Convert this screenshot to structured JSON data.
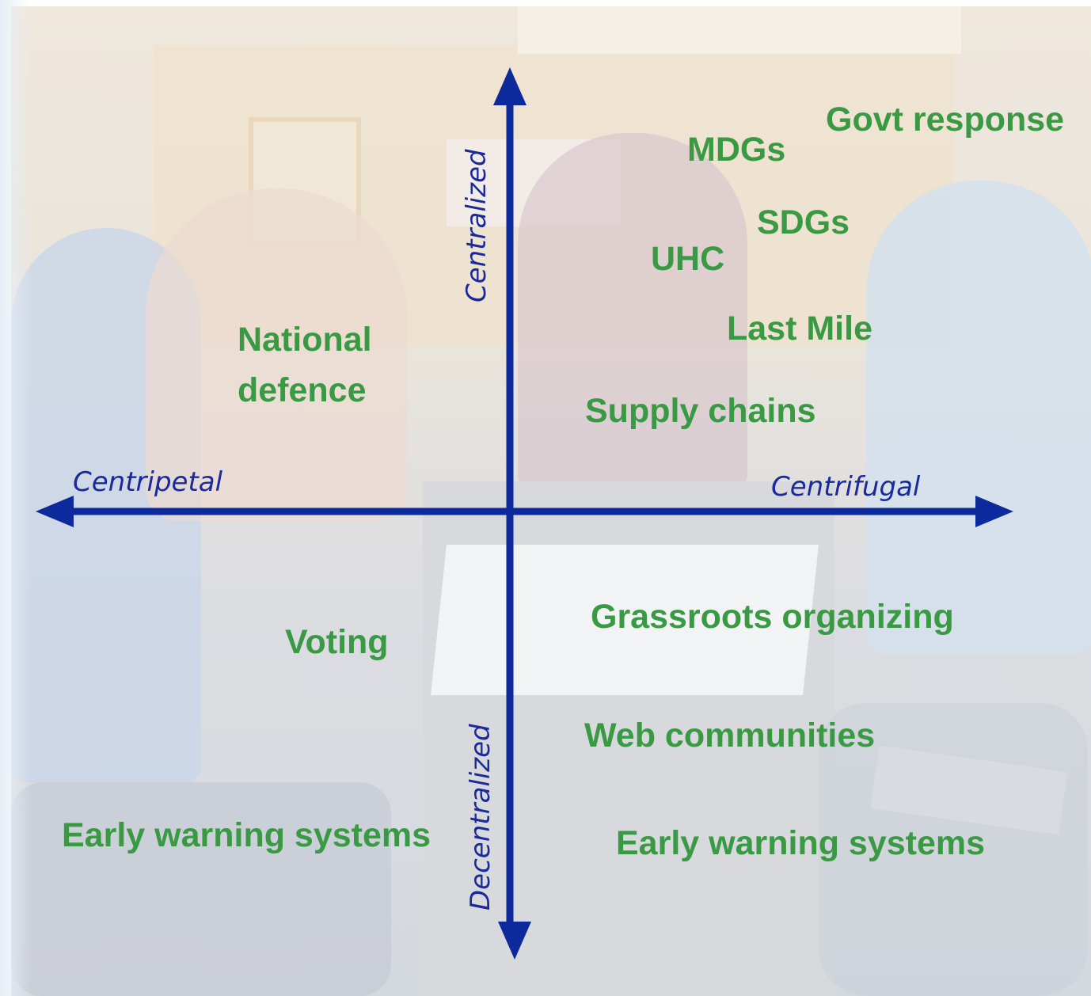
{
  "axes": {
    "top": "Centralized",
    "bottom": "Decentralized",
    "left": "Centripetal",
    "right": "Centrifugal",
    "color": "#0d2a9c"
  },
  "items": {
    "govt_response": "Govt response",
    "mdgs": "MDGs",
    "sdgs": "SDGs",
    "uhc": "UHC",
    "last_mile": "Last Mile",
    "national_defence_line1": "National",
    "national_defence_line2": "defence",
    "supply_chains": "Supply chains",
    "grassroots_organizing": "Grassroots organizing",
    "voting": "Voting",
    "web_communities": "Web communities",
    "early_warning_left": "Early warning systems",
    "early_warning_right": "Early warning systems"
  },
  "colors": {
    "item_text": "#3a9a44",
    "axis_text": "#1a2a9a"
  }
}
